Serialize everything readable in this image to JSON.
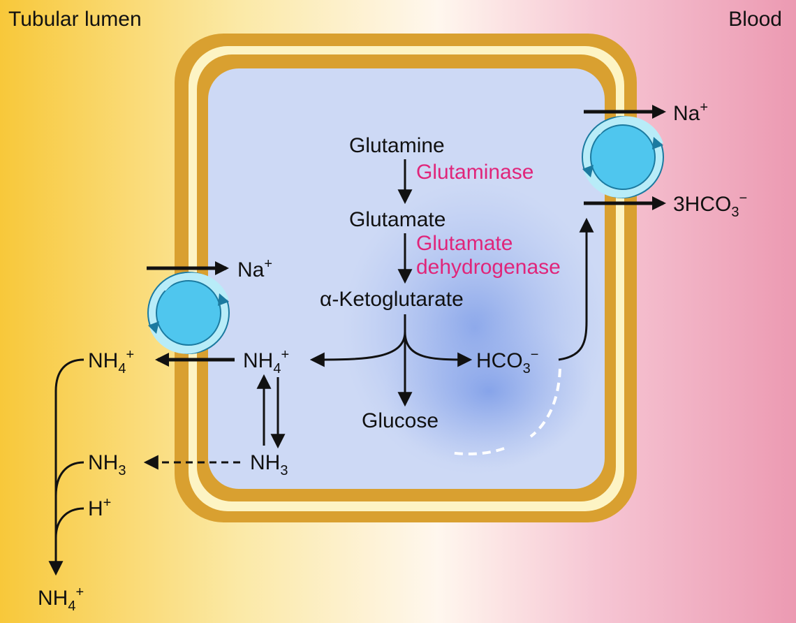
{
  "regions": {
    "left": "Tubular lumen",
    "right": "Blood"
  },
  "pathway": {
    "glutamine": "Glutamine",
    "enzyme1": "Glutaminase",
    "glutamate": "Glutamate",
    "enzyme2_line1": "Glutamate",
    "enzyme2_line2": "dehydrogenase",
    "akg": "α-Ketoglutarate",
    "glucose": "Glucose"
  },
  "cell": {
    "nh4": "NH",
    "nh4_sub": "4",
    "nh4_sup": "+",
    "nh3": "NH",
    "nh3_sub": "3",
    "hco3": "HCO",
    "hco3_sub": "3",
    "hco3_sup": "−"
  },
  "basolateral": {
    "na": "Na",
    "na_sup": "+",
    "bicarb": "3HCO",
    "bicarb_sub": "3",
    "bicarb_sup": "−"
  },
  "apical": {
    "na": "Na",
    "na_sup": "+"
  },
  "lumen": {
    "nh4_top": "NH",
    "nh4_top_sub": "4",
    "nh4_top_sup": "+",
    "nh3": "NH",
    "nh3_sub": "3",
    "h": "H",
    "h_sup": "+",
    "nh4_bottom": "NH",
    "nh4_bottom_sub": "4",
    "nh4_bottom_sup": "+"
  },
  "colors": {
    "lumen": "#f8c83a",
    "blood": "#ec9ab2",
    "membrane": "#d9a030",
    "cytoplasm": "#cdd9f5",
    "enzyme": "#e0257a",
    "transporter": "#4fc6ee"
  },
  "icons": {
    "transporter": "antiporter-circle-icon"
  }
}
